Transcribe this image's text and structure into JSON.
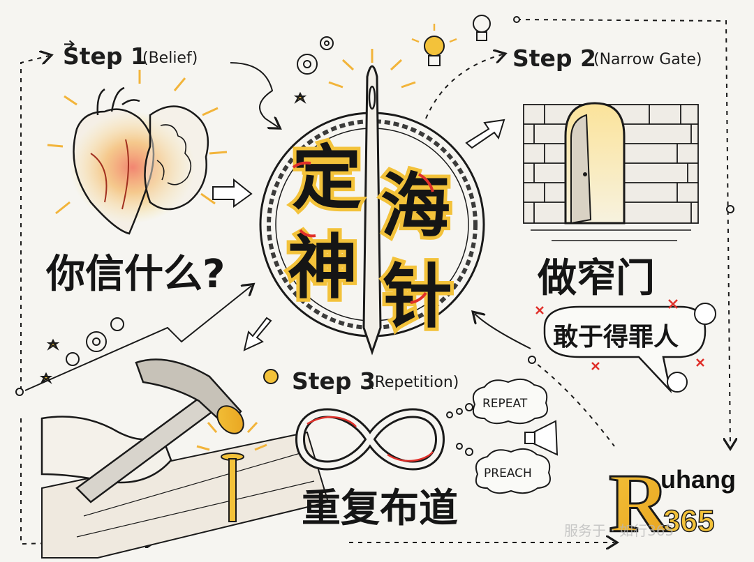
{
  "center_title": [
    "定",
    "海",
    "神",
    "针"
  ],
  "step1": {
    "title": "Step 1",
    "subtitle": "(Belief)",
    "caption": "你信什么?"
  },
  "step2": {
    "title": "Step 2",
    "subtitle": "(Narrow Gate)",
    "caption": "做窄门",
    "bubble": "敢于得罪人"
  },
  "step3": {
    "title": "Step 3",
    "subtitle": "(Repetition)",
    "caption": "重复布道",
    "bubble_repeat": "REPEAT",
    "bubble_preach": "PREACH"
  },
  "logo": {
    "top": "uhang",
    "letter": "R",
    "bottom": "365"
  },
  "watermark": "服务于 · 如行365",
  "colors": {
    "ink": "#1a1a1a",
    "accent_red": "#e0302a",
    "accent_yellow": "#f5c63a",
    "paper": "#f6f5f1"
  }
}
